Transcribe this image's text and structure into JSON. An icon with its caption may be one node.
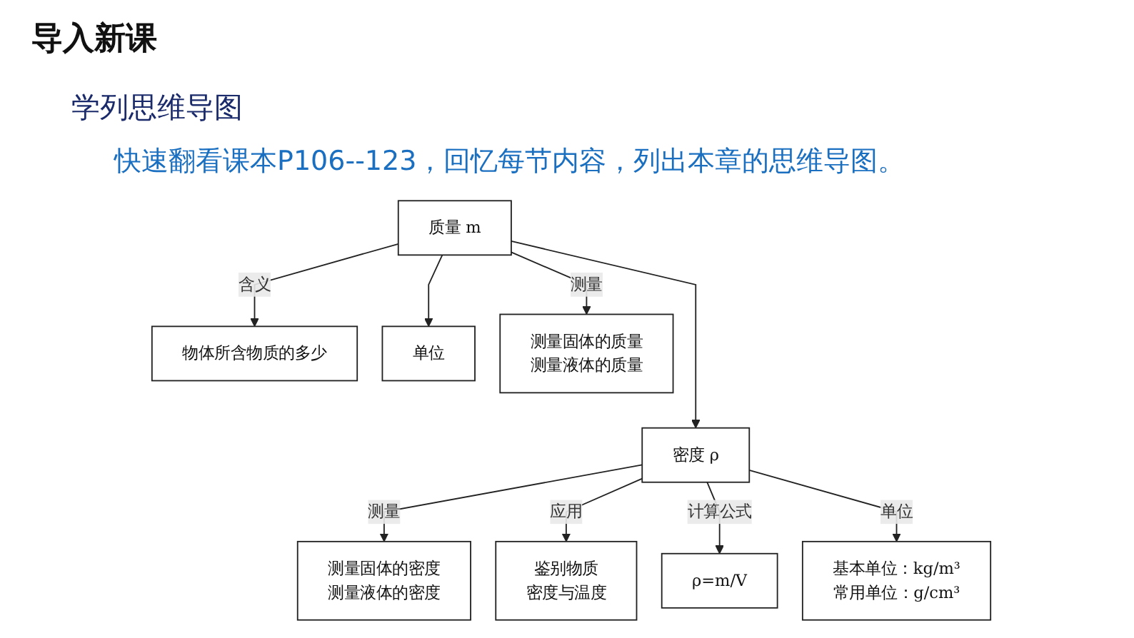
{
  "diagram": {
    "title": "导入新课",
    "nodes": [
      {
        "text": [
          "单位"
        ]
      },
      {
        "text": [
          "物体所含物质的多少"
        ]
      },
      {
        "text": [
          "质量 m"
        ]
      },
      {
        "text": [
          "测量固体的质量",
          "测量液体的质量"
        ]
      },
      {
        "text": [
          "测量固体的密度",
          "测量液体的密度"
        ]
      },
      {
        "text": [
          "密度 ρ"
        ]
      },
      {
        "text": [
          "鉴别物质",
          "密度与温度"
        ]
      },
      {
        "text": [
          "ρ=m/V"
        ]
      },
      {
        "text": [
          "基本单位：kg/m³",
          "常用单位：g/cm³"
        ]
      }
    ],
    "edges": [
      {
        "from": 2,
        "to": 0,
        "arrow": "to"
      },
      {
        "from": 2,
        "to": 1,
        "label": "含义",
        "arrow": "to"
      },
      {
        "from": 2,
        "to": 3,
        "label": "测量",
        "arrow": "to"
      },
      {
        "from": 2,
        "to": 5,
        "arrow": "to"
      },
      {
        "from": 5,
        "to": 4,
        "label": "测量",
        "arrow": "to"
      },
      {
        "from": 5,
        "to": 6,
        "label": "应用",
        "arrow": "to"
      },
      {
        "from": 5,
        "to": 7,
        "label": "计算公式",
        "arrow": "to"
      },
      {
        "from": 5,
        "to": 8,
        "label": "单位",
        "arrow": "to"
      }
    ],
    "labels": [
      "学列思维导图",
      "快速翻看课本P106--123，回忆每节内容，列出本章的思维导图。"
    ]
  }
}
